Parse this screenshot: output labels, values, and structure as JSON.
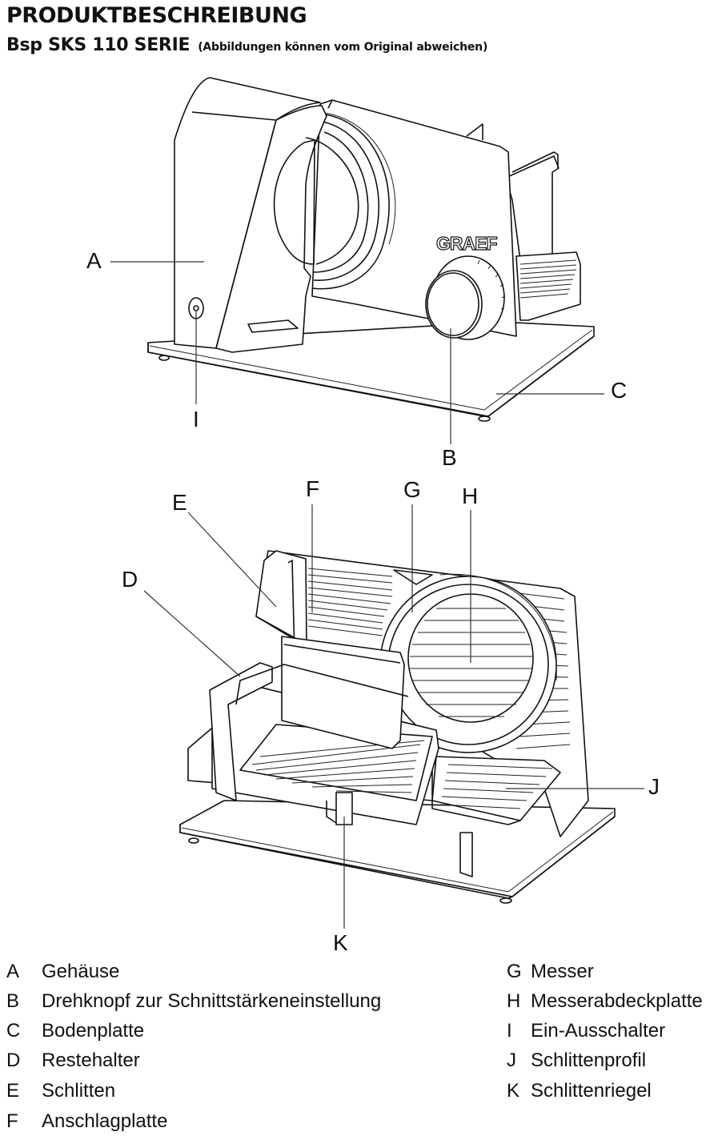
{
  "header": {
    "title": "PRODUKTBESCHREIBUNG",
    "model": "Bsp SKS 110 SERIE",
    "note": "(Abbildungen können vom Original abweichen)"
  },
  "figure_top": {
    "brand_logo": "GRAEF",
    "callouts": [
      "A",
      "B",
      "C",
      "I"
    ]
  },
  "figure_bottom": {
    "callouts": [
      "D",
      "E",
      "F",
      "G",
      "H",
      "J",
      "K"
    ]
  },
  "legend": {
    "left": [
      {
        "key": "A",
        "label": "Gehäuse"
      },
      {
        "key": "B",
        "label": "Drehknopf zur Schnittstärkeneinstellung"
      },
      {
        "key": "C",
        "label": "Bodenplatte"
      },
      {
        "key": "D",
        "label": "Restehalter"
      },
      {
        "key": "E",
        "label": "Schlitten"
      },
      {
        "key": "F",
        "label": "Anschlagplatte"
      }
    ],
    "right": [
      {
        "key": "G",
        "label": "Messer"
      },
      {
        "key": "H",
        "label": "Messerabdeckplatte"
      },
      {
        "key": "I",
        "label": "Ein-Ausschalter"
      },
      {
        "key": "J",
        "label": "Schlittenprofil"
      },
      {
        "key": "K",
        "label": "Schlittenriegel"
      }
    ]
  }
}
